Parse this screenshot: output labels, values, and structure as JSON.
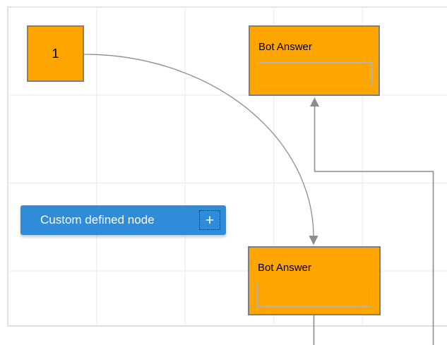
{
  "canvas": {
    "name": "diagram-canvas"
  },
  "nodes": {
    "start": {
      "label": "1"
    },
    "bot_answer_top": {
      "title": "Bot Answer",
      "field_value": ""
    },
    "bot_answer_bottom": {
      "title": "Bot Answer",
      "field_value": ""
    },
    "custom": {
      "label": "Custom defined node",
      "add_icon_glyph": "+"
    }
  },
  "colors": {
    "node_orange": "#FFA500",
    "node_border_gray": "#7F7F7F",
    "accent_blue": "#2E8CD9",
    "connector_gray": "#8C8C8C",
    "grid_line": "#EAEAEA",
    "field_border": "#B5B5B5"
  }
}
